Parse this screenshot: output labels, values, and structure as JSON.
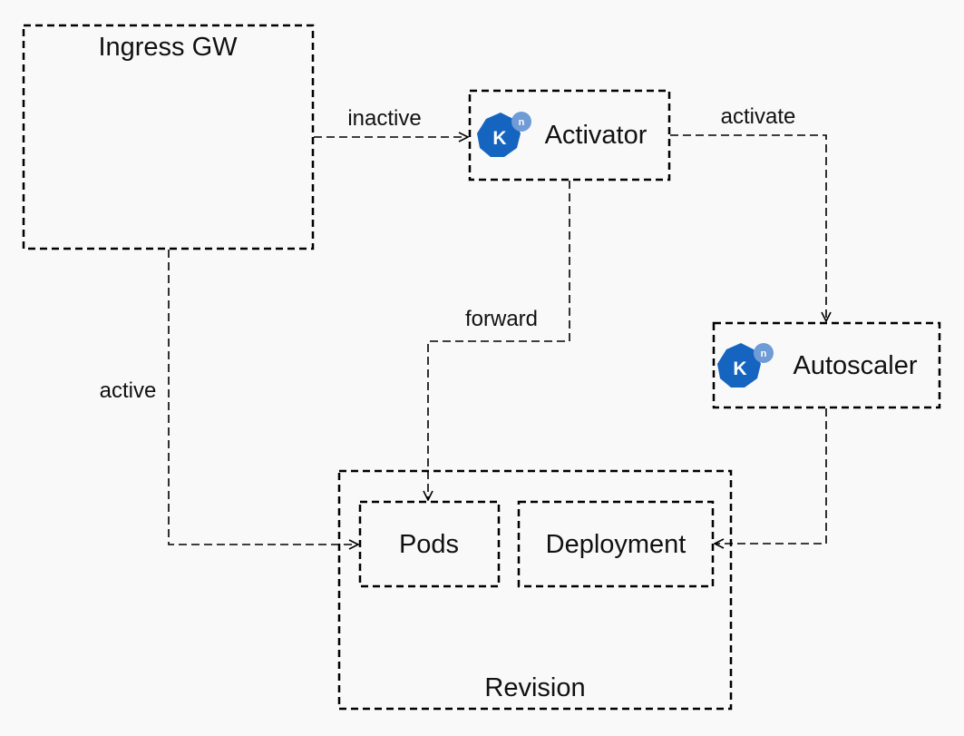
{
  "nodes": {
    "ingress": {
      "label": "Ingress GW"
    },
    "activator": {
      "label": "Activator",
      "logo": "knative-icon",
      "logo_letter": "K",
      "logo_badge": "n"
    },
    "autoscaler": {
      "label": "Autoscaler",
      "logo": "knative-icon",
      "logo_letter": "K",
      "logo_badge": "n"
    },
    "revision": {
      "label": "Revision"
    },
    "pods": {
      "label": "Pods"
    },
    "deployment": {
      "label": "Deployment"
    }
  },
  "edges": {
    "inactive": {
      "label": "inactive",
      "from": "ingress",
      "to": "activator"
    },
    "activate": {
      "label": "activate",
      "from": "activator",
      "to": "autoscaler"
    },
    "forward": {
      "label": "forward",
      "from": "activator",
      "to": "pods"
    },
    "active": {
      "label": "active",
      "from": "ingress",
      "to": "pods"
    },
    "scale": {
      "label": "",
      "from": "autoscaler",
      "to": "deployment"
    }
  },
  "colors": {
    "logo_primary": "#1565c0",
    "logo_badge": "#6f9bd6",
    "background": "#f9f9f9"
  }
}
